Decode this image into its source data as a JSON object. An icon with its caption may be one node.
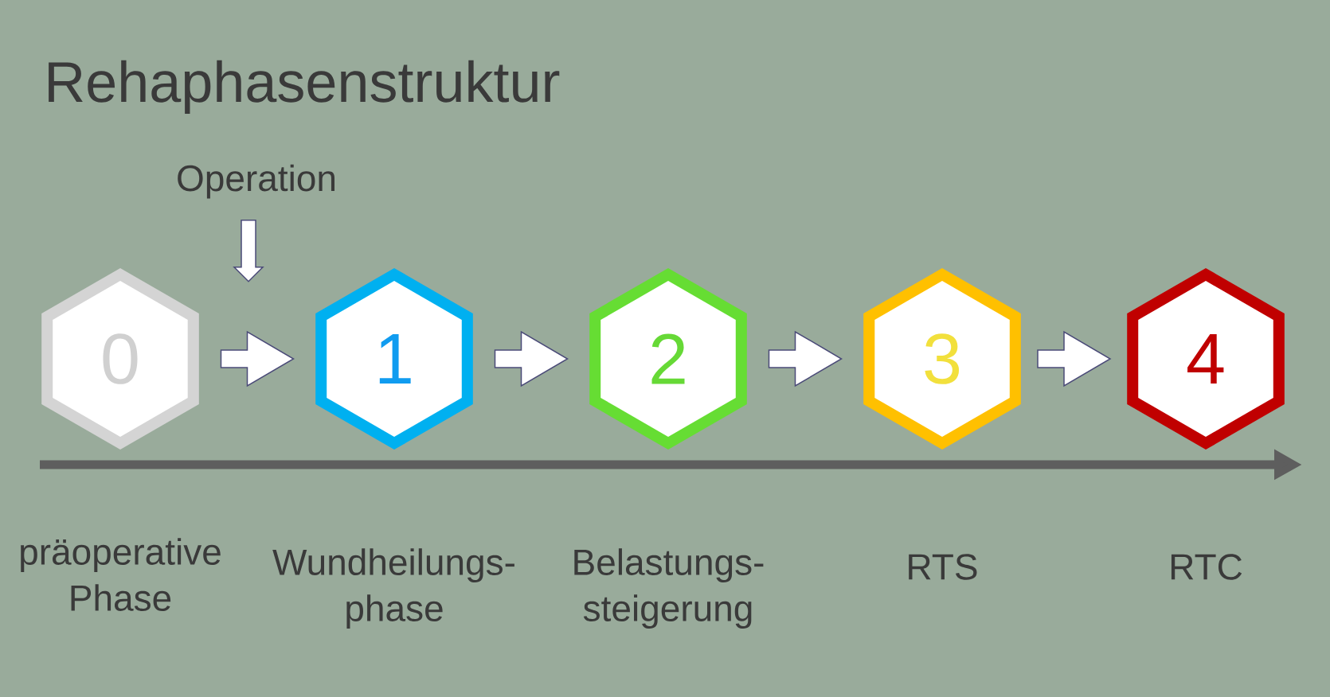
{
  "diagram": {
    "title": "Rehaphasenstruktur",
    "nodes": [
      {
        "text": [
          "Operation"
        ]
      },
      {
        "text": [
          "0"
        ],
        "beside": [
          "präoperative Phase"
        ]
      },
      {
        "text": [
          "1"
        ],
        "beside": [
          "Wundheilungs- phase"
        ]
      },
      {
        "text": [
          "2"
        ],
        "beside": [
          "Belastungs- steigerung"
        ]
      },
      {
        "text": [
          "3"
        ],
        "beside": [
          "RTS"
        ]
      },
      {
        "text": [
          "4"
        ],
        "beside": [
          "RTC"
        ]
      }
    ],
    "edges": [
      {
        "from": 0,
        "to": null,
        "arrow": "to"
      },
      {
        "from": 1,
        "to": 2,
        "arrow": "to"
      },
      {
        "from": 2,
        "to": 3,
        "arrow": "to"
      },
      {
        "from": 3,
        "to": 4,
        "arrow": "to"
      },
      {
        "from": 4,
        "to": 5,
        "arrow": "to"
      }
    ]
  }
}
